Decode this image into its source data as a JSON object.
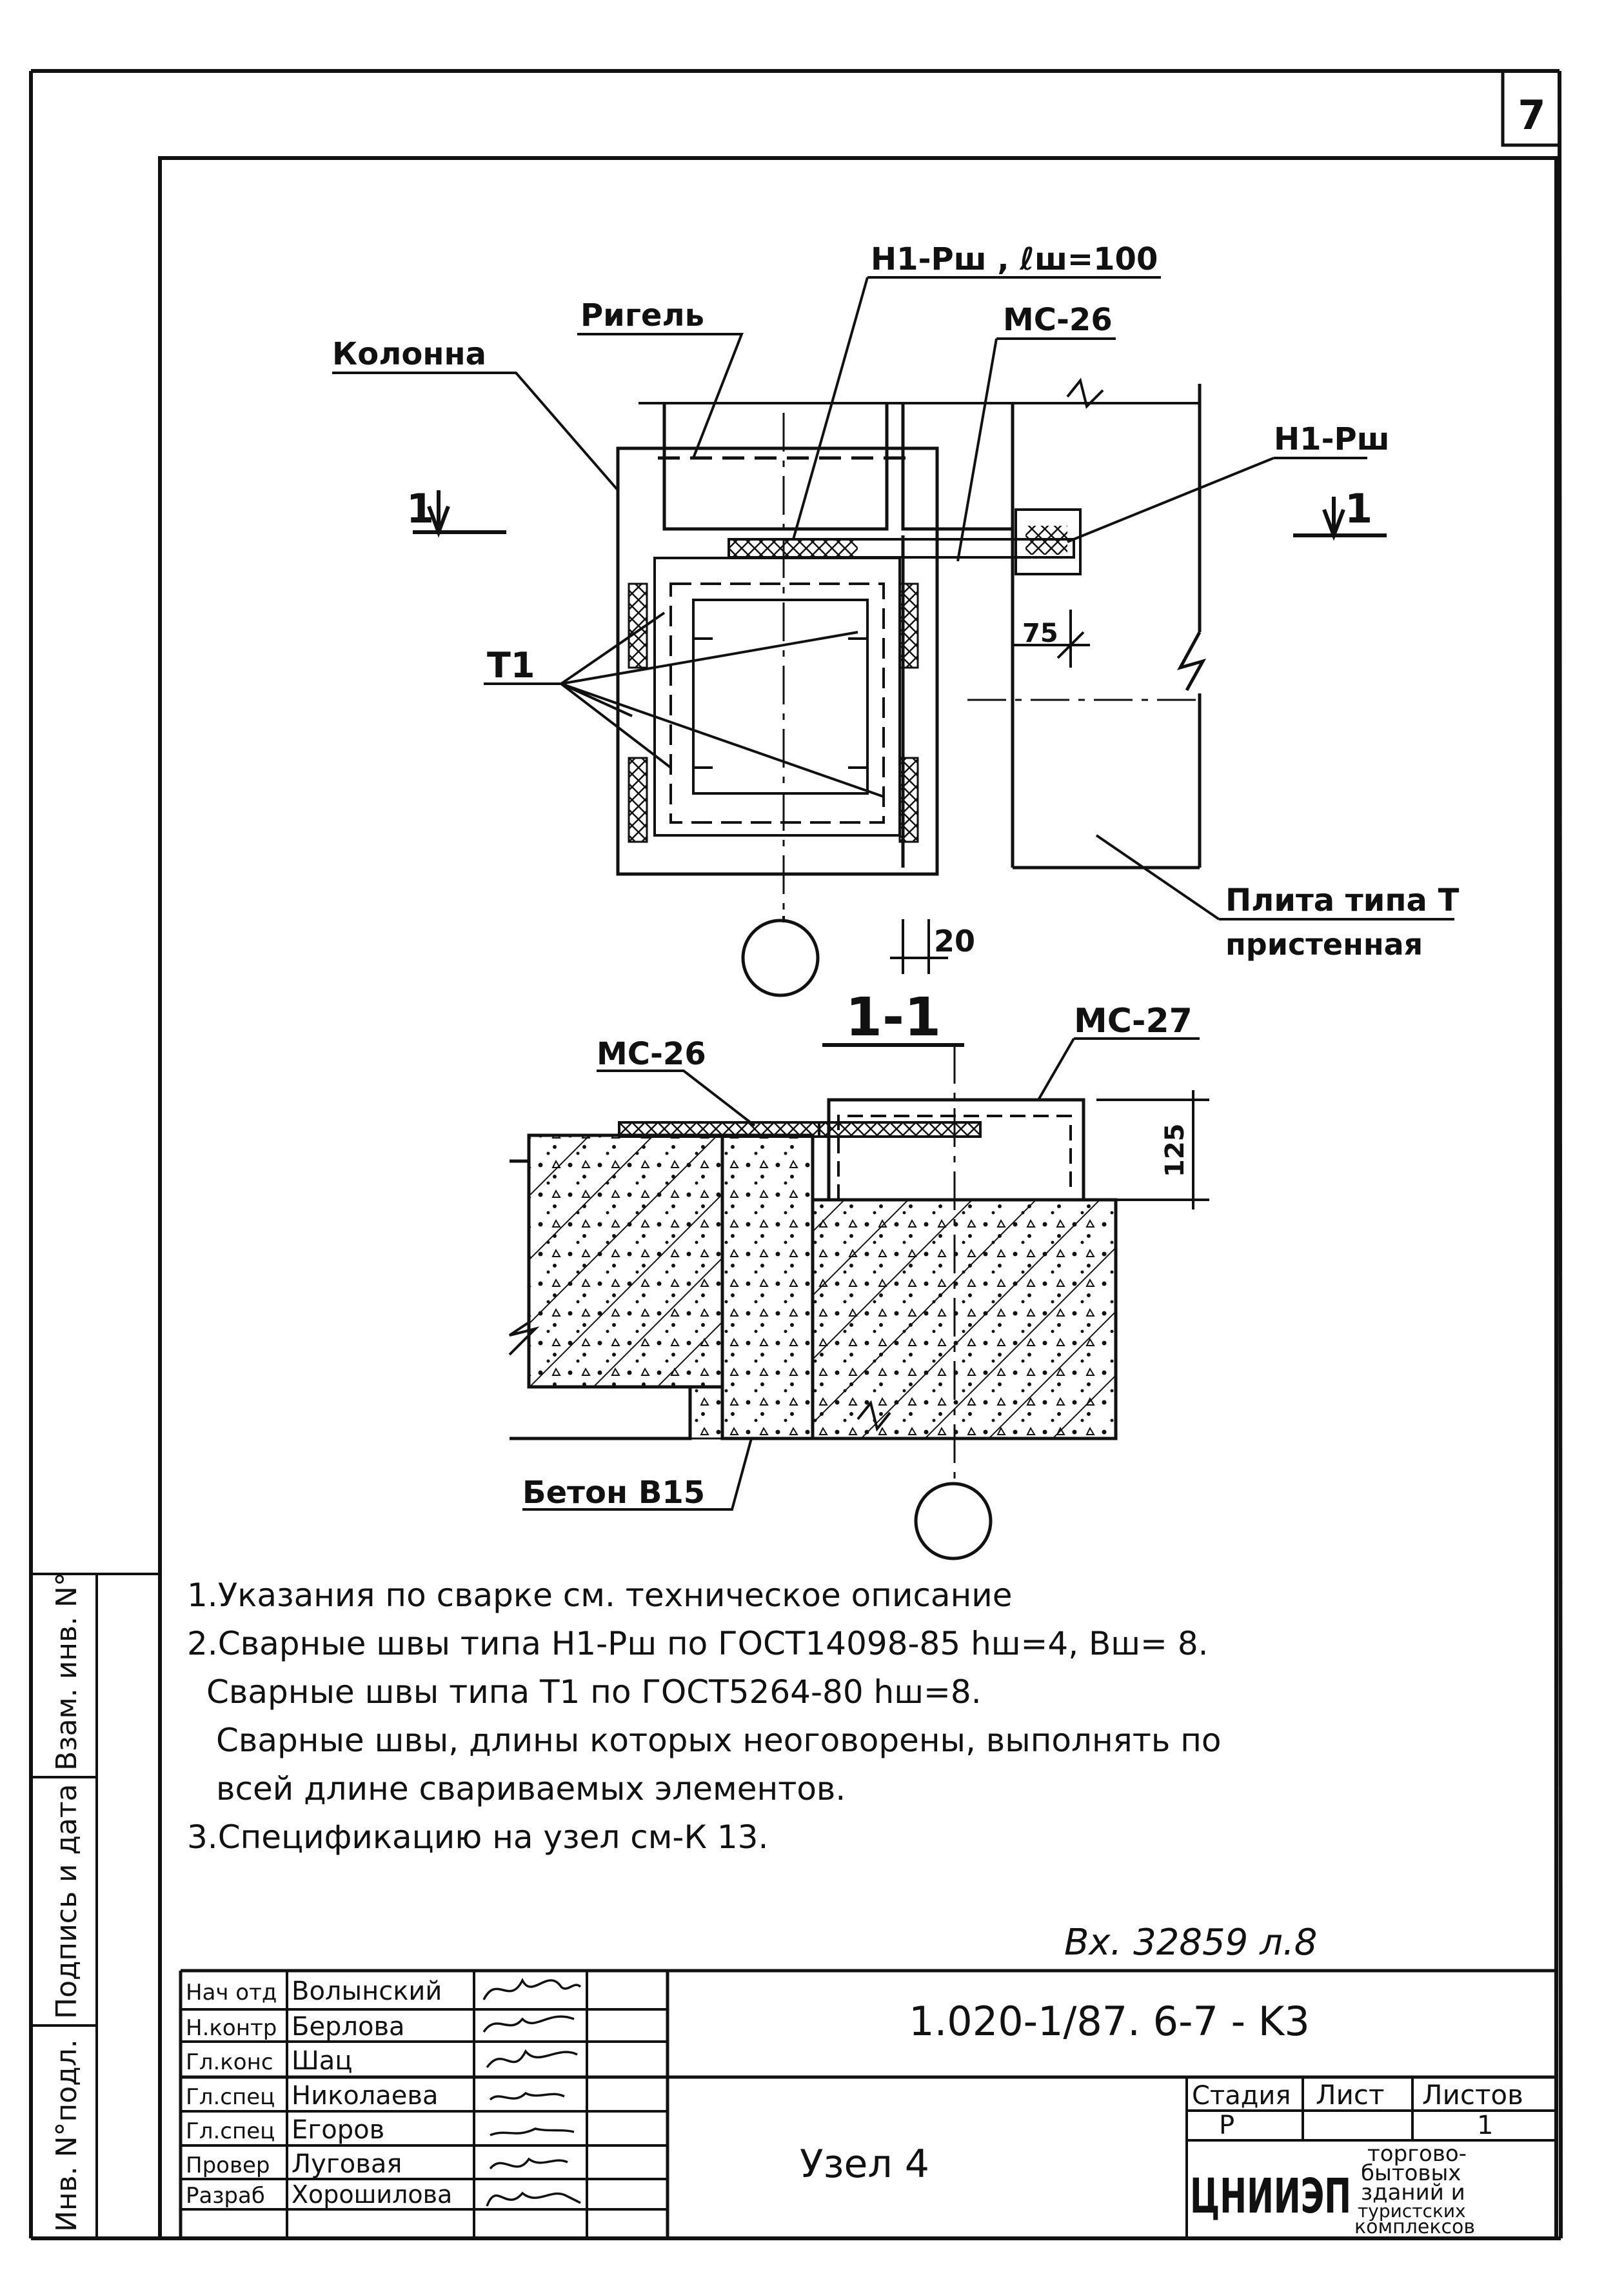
{
  "sheet": {
    "number": "7",
    "document_code": "1.020-1/87. 6-7 - K3",
    "view_title": "Узел 4",
    "registration_note": "Вх. 32859 л.8"
  },
  "plan_view": {
    "labels": {
      "column": "Колонна",
      "girder": "Ригель",
      "weld_top": "Н1-Рш , ℓш=100",
      "plate_top": "МС-26",
      "weld_right": "Н1-Рш",
      "weld_t1": "Т1",
      "slab": "Плита типа Т",
      "slab_sub": "пристенная",
      "section_mark": "1",
      "dim_75": "75",
      "dim_20": "20"
    }
  },
  "section_view": {
    "title": "1-1",
    "labels": {
      "plate_left": "МС-26",
      "plate_right": "МС-27",
      "dim_125": "125",
      "concrete": "Бетон В15"
    }
  },
  "notes": [
    "1.Указания по сварке см. техническое описание",
    "2.Сварные швы типа Н1-Рш по ГОСТ14098-85 hш=4, Вш= 8.",
    "Сварные швы типа Т1 по ГОСТ5264-80 hш=8.",
    "Сварные швы, длины которых неоговорены, выполнять по",
    "всей длине свариваемых элементов.",
    "3.Спецификацию на узел см-К 13."
  ],
  "side_stamp": {
    "inv_orig": "Инв. N°подл.",
    "sign_date": "Подпись и дата",
    "inv_replace": "Взам. инв. N°"
  },
  "title_block": {
    "roles": [
      {
        "role": "Нач отд",
        "name": "Волынский"
      },
      {
        "role": "Н.контр",
        "name": "Берлова"
      },
      {
        "role": "Гл.конс",
        "name": "Шац"
      },
      {
        "role": "Гл.спец",
        "name": "Николаева"
      },
      {
        "role": "Гл.спец",
        "name": "Егоров"
      },
      {
        "role": "Провер",
        "name": "Луговая"
      },
      {
        "role": "Разраб",
        "name": "Хорошилова"
      }
    ],
    "stage_header": "Стадия",
    "sheet_header": "Лист",
    "sheets_header": "Листов",
    "stage_value": "Р",
    "sheet_value": "",
    "sheets_value": "1",
    "org_logo": "ЦНИИЭП",
    "org_line1": "торгово-",
    "org_line2": "бытовых",
    "org_line3": "зданий и",
    "org_line4": "туристских",
    "org_line5": "комплексов"
  }
}
